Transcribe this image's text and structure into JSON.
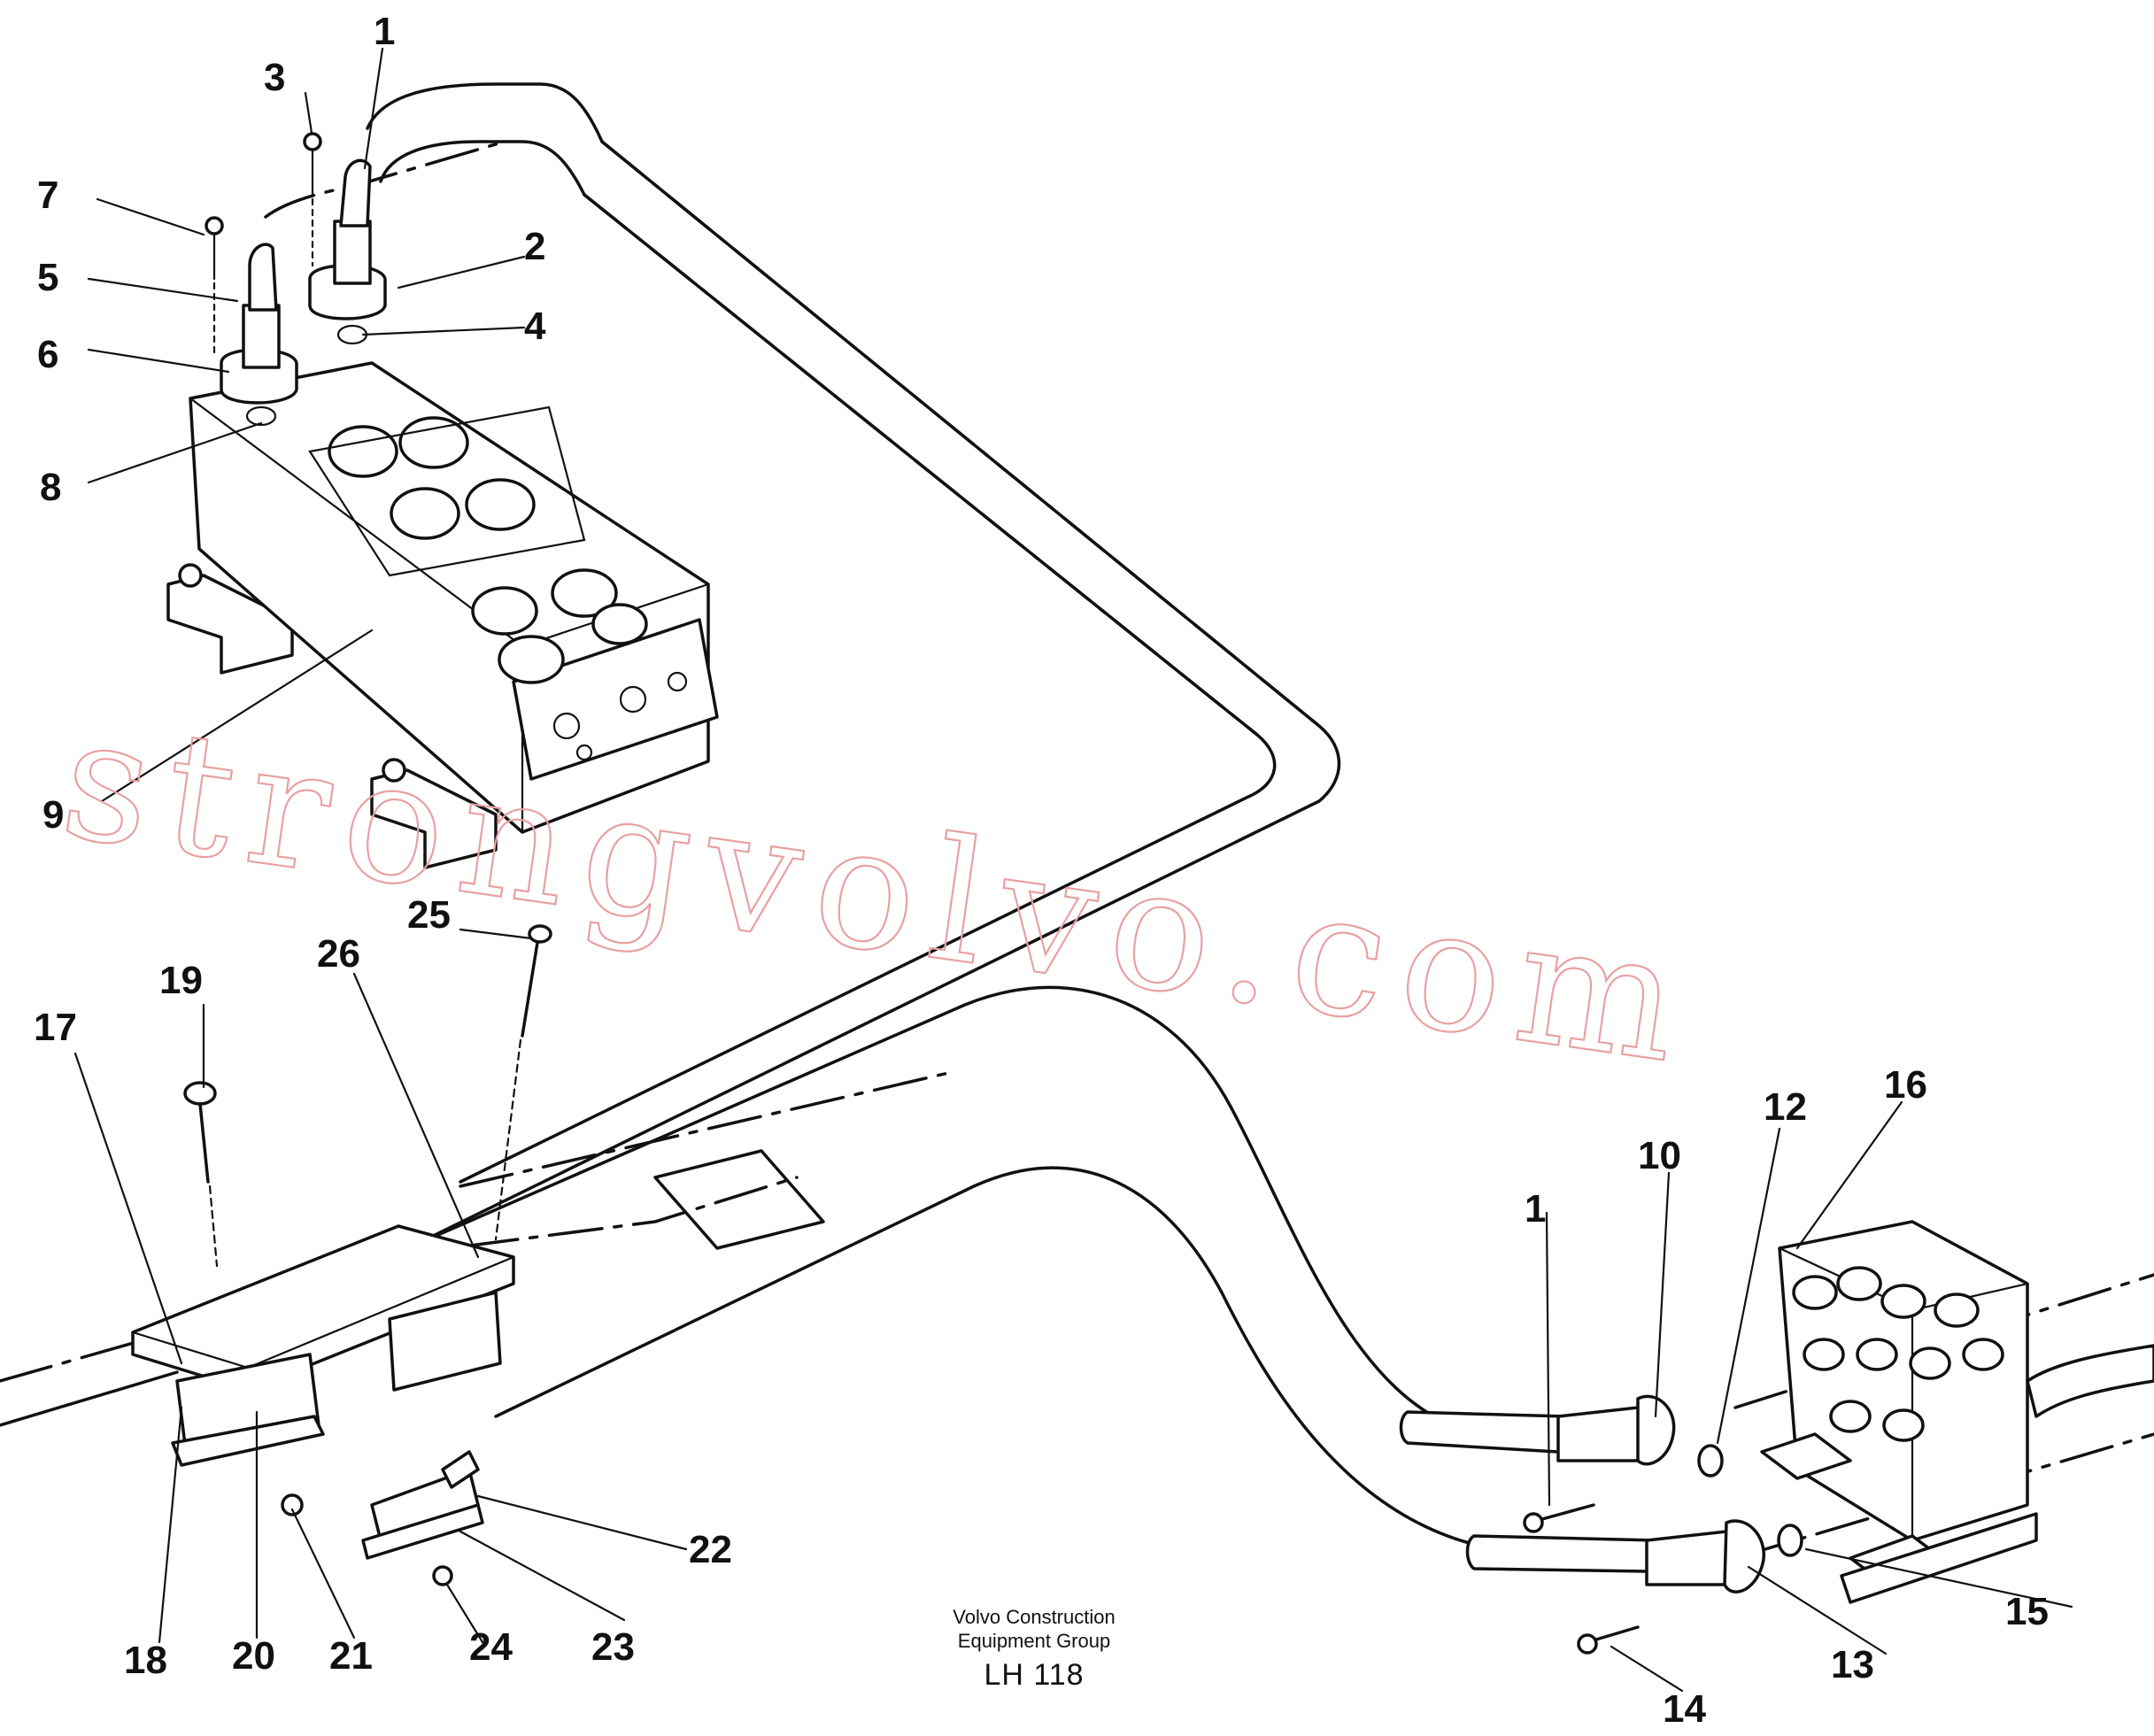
{
  "footer": {
    "company_line1": "Volvo Construction",
    "company_line2": "Equipment Group",
    "drawing_code": "LH 118"
  },
  "watermark": {
    "text": "strongvolvo.com",
    "color": "#e8a0a0"
  },
  "callouts": {
    "c1": "1",
    "c2": "2",
    "c3": "3",
    "c4": "4",
    "c5": "5",
    "c6": "6",
    "c7": "7",
    "c8": "8",
    "c9": "9",
    "c1b": "1",
    "c10": "10",
    "c12": "12",
    "c13": "13",
    "c14": "14",
    "c15": "15",
    "c16": "16",
    "c17": "17",
    "c18": "18",
    "c19": "19",
    "c20": "20",
    "c21": "21",
    "c22": "22",
    "c23": "23",
    "c24": "24",
    "c25": "25",
    "c26": "26"
  }
}
